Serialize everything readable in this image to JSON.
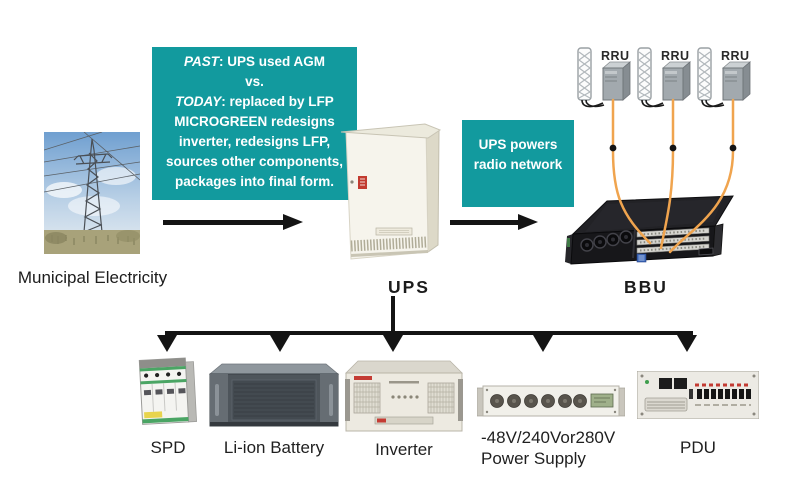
{
  "colors": {
    "teal": "#129a9e",
    "cable_orange": "#f0a44e",
    "connector_black": "#141414"
  },
  "note_past_today": {
    "past_label": "PAST",
    "past_rest": ": UPS used AGM",
    "vs": "vs.",
    "today_label": "TODAY",
    "today_rest": ": replaced by LFP",
    "line4": "MICROGREEN redesigns",
    "line5": "inverter, redesigns LFP,",
    "line6": "sources other components,",
    "line7": "packages into final form."
  },
  "note_ups_radio": {
    "line1": "UPS powers",
    "line2": "radio network"
  },
  "nodes": {
    "municipal_label": "Municipal Electricity",
    "ups_label": "UPS",
    "bbu_label": "BBU",
    "rru_label": "RRU"
  },
  "components": [
    {
      "label": "SPD"
    },
    {
      "label": "Li-ion Battery"
    },
    {
      "label": "Inverter"
    },
    {
      "label": "-48V/240Vor280V",
      "label2": "Power Supply"
    },
    {
      "label": "PDU"
    }
  ]
}
